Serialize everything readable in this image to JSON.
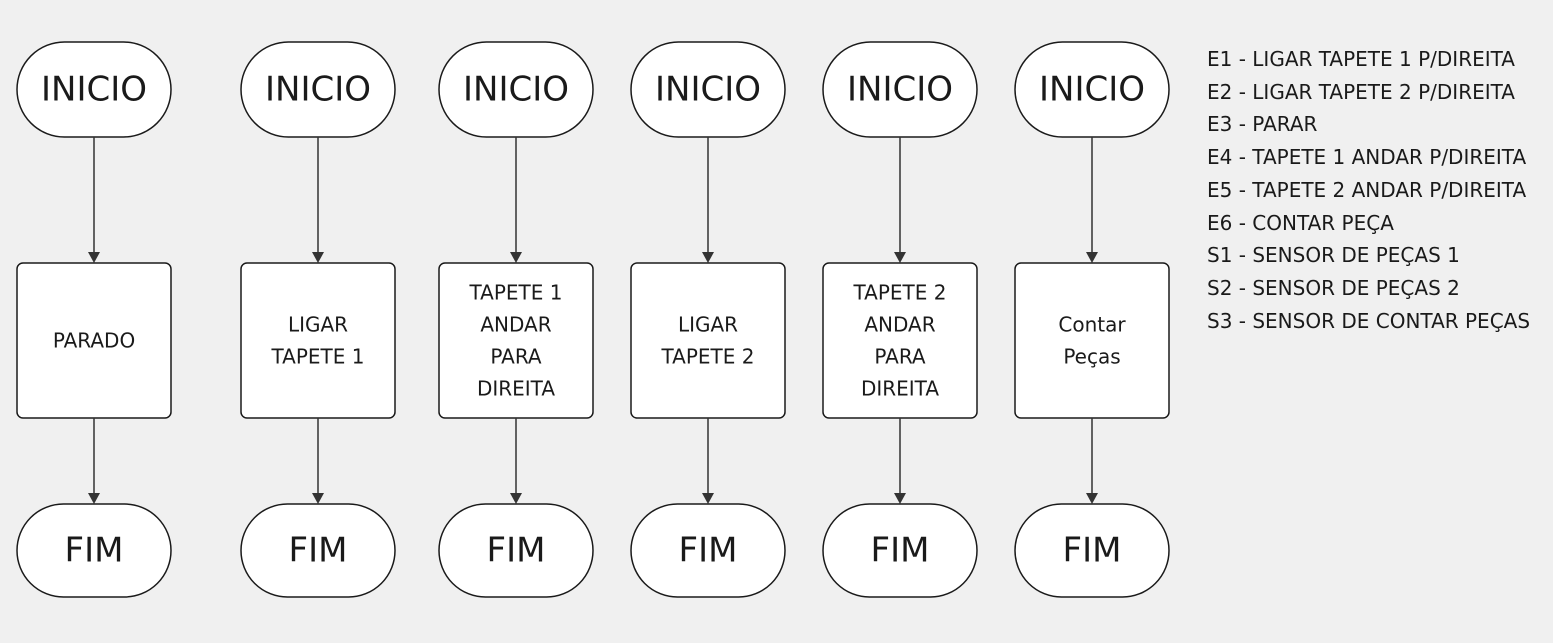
{
  "columns": [
    {
      "start": "INICIO",
      "process": [
        "PARADO"
      ],
      "end": "FIM"
    },
    {
      "start": "INICIO",
      "process": [
        "LIGAR",
        "TAPETE 1"
      ],
      "end": "FIM"
    },
    {
      "start": "INICIO",
      "process": [
        "TAPETE 1",
        "ANDAR",
        "PARA",
        "DIREITA"
      ],
      "end": "FIM"
    },
    {
      "start": "INICIO",
      "process": [
        "LIGAR",
        "TAPETE 2"
      ],
      "end": "FIM"
    },
    {
      "start": "INICIO",
      "process": [
        "TAPETE 2",
        "ANDAR",
        "PARA",
        "DIREITA"
      ],
      "end": "FIM"
    },
    {
      "start": "INICIO",
      "process": [
        "Contar",
        "Peças"
      ],
      "end": "FIM"
    }
  ],
  "legend": [
    "E1 - LIGAR TAPETE 1 P/DIREITA",
    "E2 - LIGAR TAPETE 2 P/DIREITA",
    "E3 - PARAR",
    "E4 - TAPETE 1 ANDAR P/DIREITA",
    "E5 - TAPETE 2 ANDAR P/DIREITA",
    "E6 - CONTAR PEÇA",
    "S1 - SENSOR DE PEÇAS 1",
    "S2 - SENSOR DE PEÇAS 2",
    "S3 - SENSOR DE CONTAR PEÇAS"
  ]
}
